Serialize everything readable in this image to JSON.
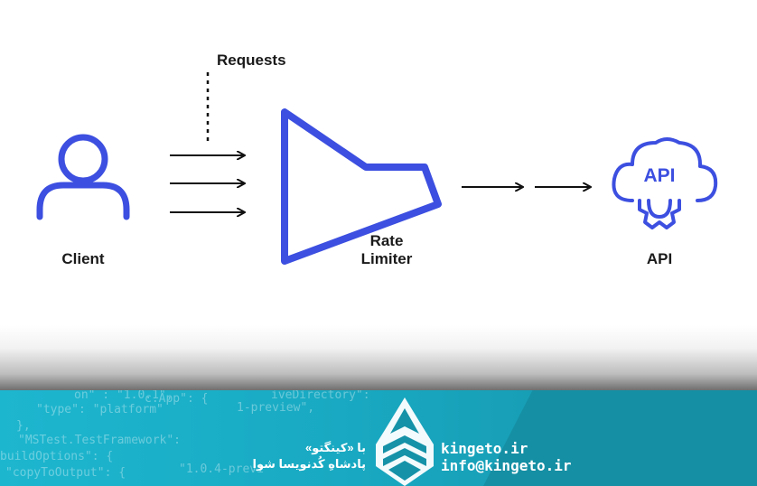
{
  "diagram": {
    "requests_label": "Requests",
    "client_label": "Client",
    "rate_limiter_label_line1": "Rate",
    "rate_limiter_label_line2": "Limiter",
    "api_label": "API",
    "api_cloud_text": "API"
  },
  "colors": {
    "accent": "#3c4fe0",
    "arrow": "#111111",
    "footer": "#1ab0c8"
  },
  "footer": {
    "code_lines": [
      "on\" : \"1.0.1\",",
      "\"type\": \"platform\"",
      "},",
      "\"MSTest.TestFramework\":",
      "buildOptions\": {",
      "\"copyToOutput\": {"
    ],
    "code_extra_1": "c.App\": {",
    "code_extra_2": "1-preview\",",
    "code_extra_3": "iveDirectory\":",
    "code_extra_4": "\"1.0.4-previ",
    "persian_line1": "با «کینگتو»",
    "persian_line2": "پادشاهِ کُدنویسا شوا",
    "site": "kingeto.ir",
    "email": "info@kingeto.ir"
  },
  "icons": [
    "user-icon",
    "funnel-icon",
    "api-cloud-gear-icon",
    "kingeto-logo-icon"
  ]
}
